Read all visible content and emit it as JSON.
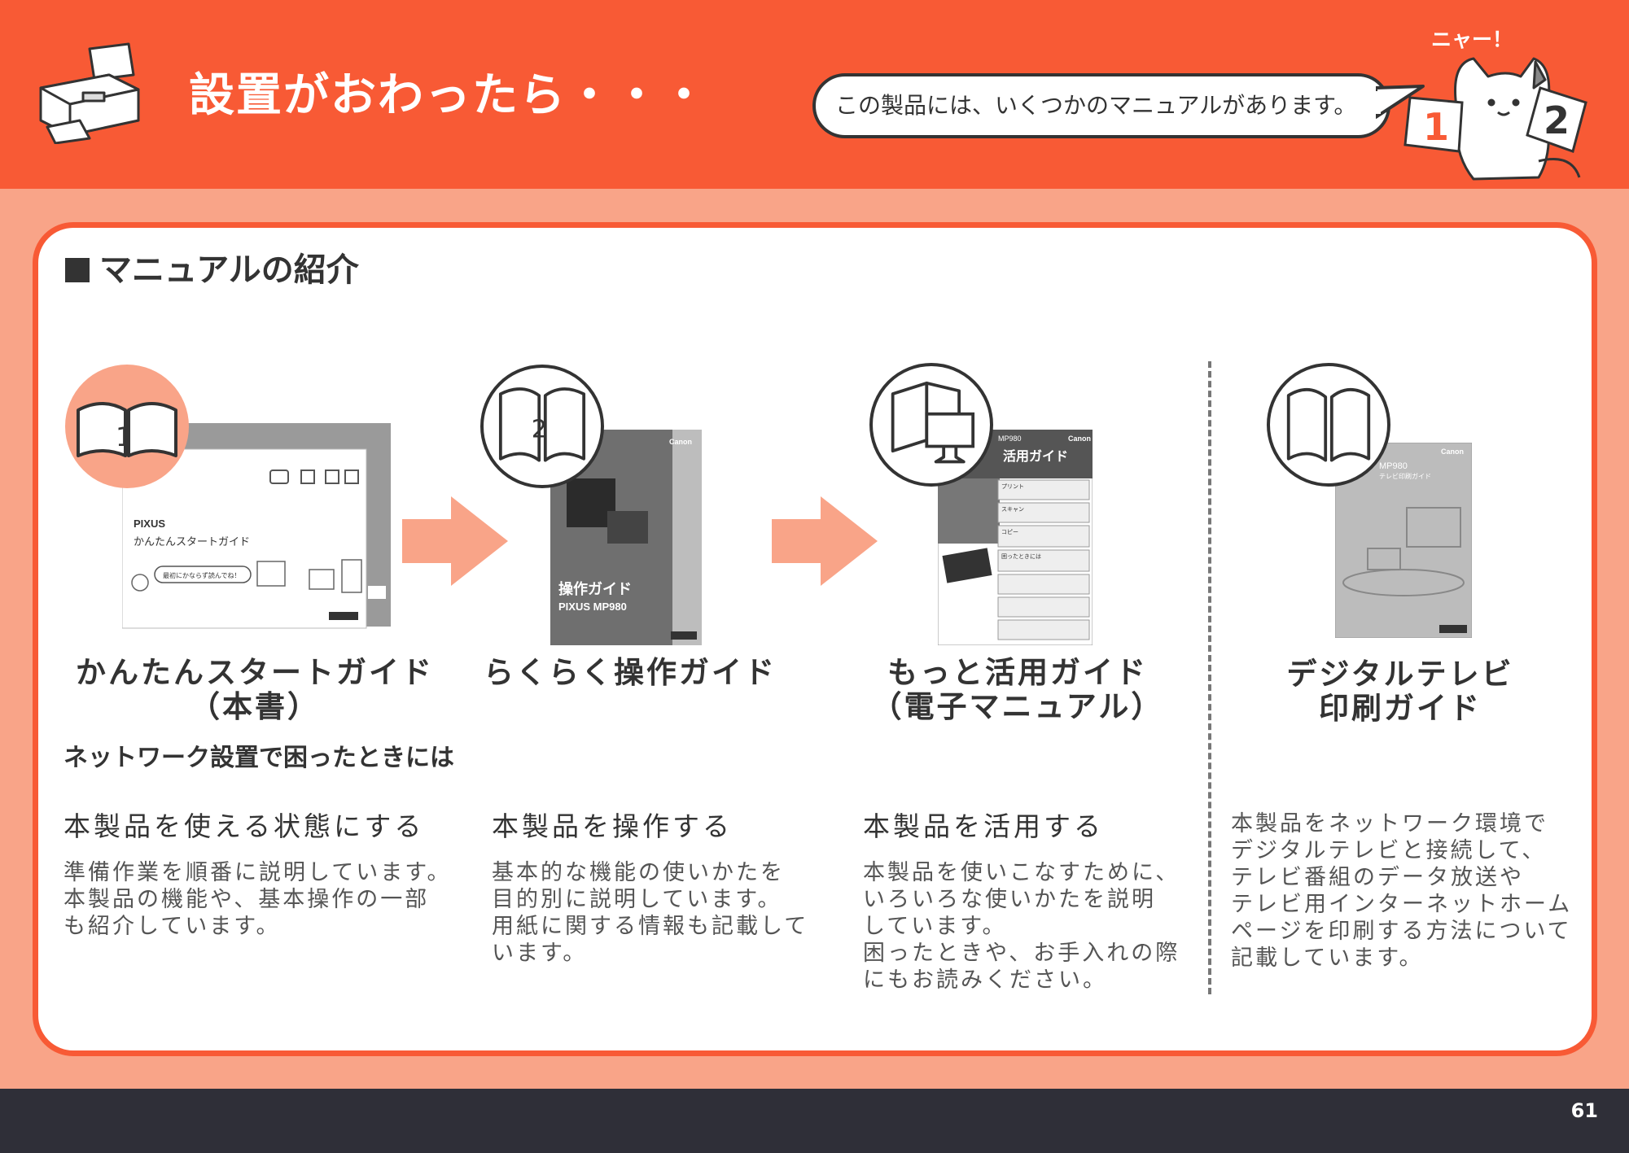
{
  "header": {
    "title": "設置がおわったら・・・",
    "bubble_text": "この製品には、いくつかのマニュアルがあります。",
    "cat_text": "ニャー！",
    "card_left_number": "1",
    "card_right_number": "2"
  },
  "section": {
    "title": "マニュアルの紹介"
  },
  "guides": [
    {
      "number": "1",
      "title_lines": [
        "かんたんスタートガイド",
        "（本書）"
      ],
      "note": "ネットワーク設置で困ったときには",
      "purpose": "本製品を使える状態にする",
      "desc_lines": [
        "準備作業を順番に説明しています。",
        "本製品の機能や、基本操作の一部",
        "も紹介しています。"
      ],
      "thumb_brand": "PIXUS",
      "thumb_title": "かんたんスタートガイド",
      "thumb_bubble": "最初にかならず読んでね！"
    },
    {
      "number": "2",
      "title_lines": [
        "らくらく操作ガイド"
      ],
      "purpose": "本製品を操作する",
      "desc_lines": [
        "基本的な機能の使いかたを",
        "目的別に説明しています。",
        "用紙に関する情報も記載して",
        "います。"
      ],
      "thumb_brand": "Canon",
      "thumb_title": "操作ガイド",
      "thumb_model": "PIXUS MP980"
    },
    {
      "title_lines": [
        "もっと活用ガイド",
        "（電子マニュアル）"
      ],
      "purpose": "本製品を活用する",
      "desc_lines": [
        "本製品を使いこなすために、",
        "いろいろな使いかたを説明",
        "しています。",
        "困ったときや、お手入れの際",
        "にもお読みください。"
      ],
      "thumb_brand": "Canon",
      "thumb_title": "活用ガイド",
      "thumb_model": "MP980",
      "thumb_menu": [
        "プリント",
        "スキャン",
        "コピー",
        "困ったときには"
      ]
    },
    {
      "title_lines": [
        "デジタルテレビ",
        "印刷ガイド"
      ],
      "desc_lines": [
        "本製品をネットワーク環境で",
        "デジタルテレビと接続して、",
        "テレビ番組のデータ放送や",
        "テレビ用インターネットホーム",
        "ページを印刷する方法について",
        "記載しています。"
      ],
      "thumb_brand": "Canon",
      "thumb_model": "MP980",
      "thumb_title": "テレビ印刷ガイド"
    }
  ],
  "footer": {
    "page_number": "61"
  },
  "colors": {
    "accent": "#f85a35",
    "salmon": "#f9a488",
    "dark": "#333333",
    "footer": "#2f2f38"
  }
}
